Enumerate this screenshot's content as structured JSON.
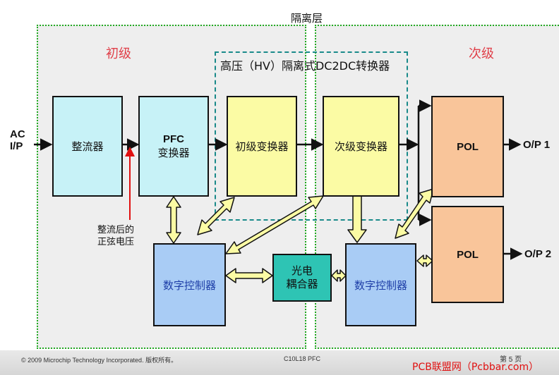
{
  "isolation_label": "隔离层",
  "primary_label": "初级",
  "secondary_label": "次级",
  "hv_label": "高压（HV）隔离式DC2DC转换器",
  "input_label_line1": "AC",
  "input_label_line2": "I/P",
  "rectifier": "整流器",
  "pfc_line1": "PFC",
  "pfc_line2": "变换器",
  "primary_converter": "初级变换器",
  "secondary_converter": "次级变换器",
  "pol1": "POL",
  "pol2": "POL",
  "output1": "O/P 1",
  "output2": "O/P 2",
  "rectified_note_line1": "整流后的",
  "rectified_note_line2": "正弦电压",
  "digital_controller_left": "数字控制器",
  "digital_controller_right": "数字控制器",
  "optocoupler_line1": "光电",
  "optocoupler_line2": "耦合器",
  "footer": {
    "copyright": "© 2009 Microchip Technology Incorporated. 版权所有。",
    "course": "C10L18 PFC",
    "page": "第 5 页",
    "watermark": "PCB联盟网（Pcbbar.com）"
  },
  "colors": {
    "cyan_box": "#c7f2f7",
    "yellow_box": "#fbfba4",
    "orange_box": "#f9c59a",
    "blue_box": "#a9ccf5",
    "teal_box": "#2ec4b4",
    "dotted_border": "#22aa22",
    "dashed_border": "#1a8a8a",
    "red_arrow": "#e01010",
    "watermark_red": "#e01010"
  }
}
